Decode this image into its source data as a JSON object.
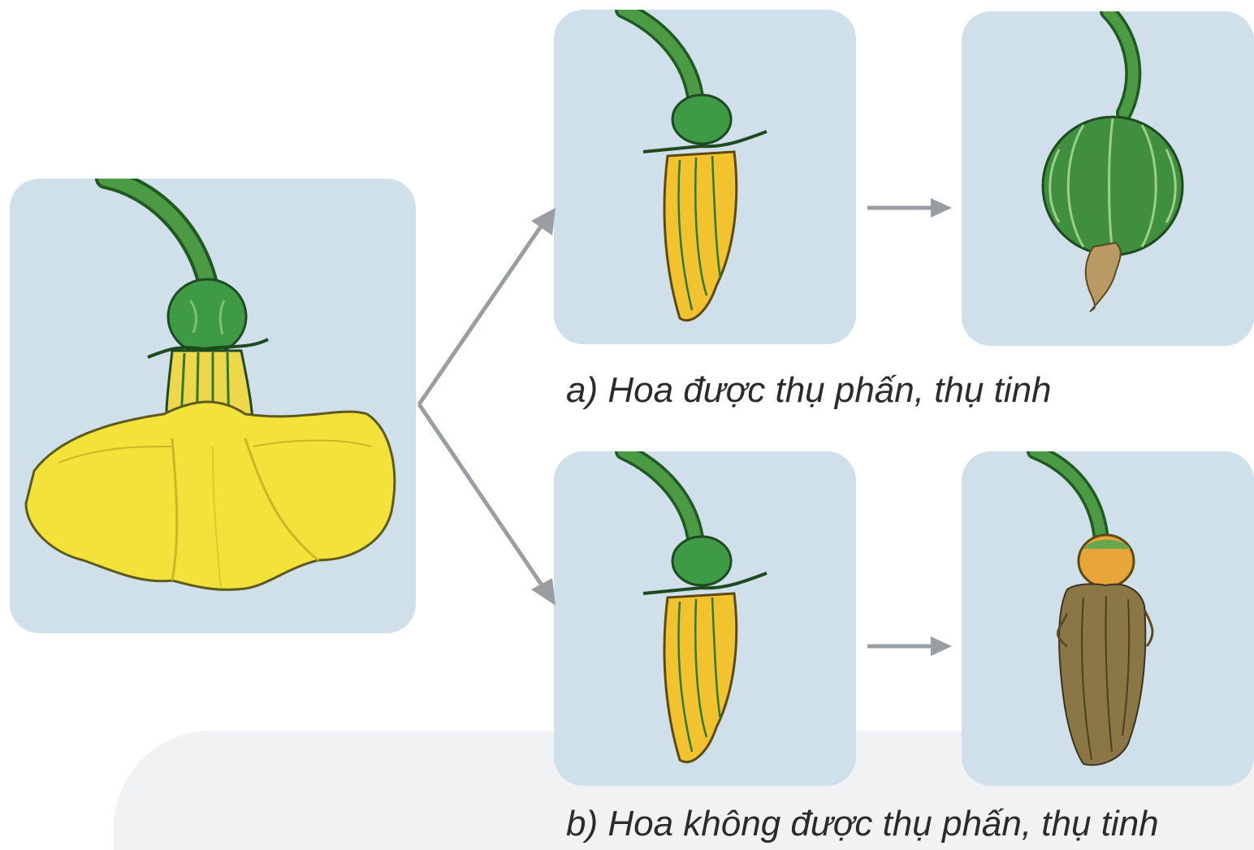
{
  "captions": {
    "a": "a) Hoa được thụ phấn, thụ tinh",
    "b": "b) Hoa không được thụ phấn, thụ tinh"
  },
  "colors": {
    "panel_bg": "#cfe0eb",
    "arrow": "#9a9ea3",
    "stem": "#3f8a3a",
    "ovary": "#3f9a45",
    "petal_yellow": "#f3e23a",
    "bud_orange": "#f2b62a",
    "wilted_brown": "#8b7646"
  },
  "icons": [
    "pumpkin-flower-illustration",
    "arrow-icon"
  ]
}
